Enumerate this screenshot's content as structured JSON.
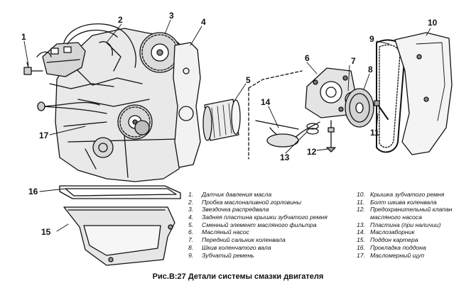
{
  "callouts": {
    "c1": "1",
    "c2": "2",
    "c3": "3",
    "c4": "4",
    "c5": "5",
    "c6": "6",
    "c7": "7",
    "c8": "8",
    "c9": "9",
    "c10": "10",
    "c11": "11",
    "c12": "12",
    "c13": "13",
    "c14": "14",
    "c15": "15",
    "c16": "16",
    "c17": "17"
  },
  "legend_left": [
    {
      "num": "1.",
      "text": "Датчик давления масла"
    },
    {
      "num": "2.",
      "text": "Пробка маслоналивной горловины"
    },
    {
      "num": "3.",
      "text": "Звездочка распредвала"
    },
    {
      "num": "4.",
      "text": "Задняя пластина крышки зубчатого ремня"
    },
    {
      "num": "5.",
      "text": "Сменный элемент масляного фильтра"
    },
    {
      "num": "6.",
      "text": "Масляный насос"
    },
    {
      "num": "7.",
      "text": "Передний сальник коленвала"
    },
    {
      "num": "8.",
      "text": "Шкив коленчатого вала"
    },
    {
      "num": "9.",
      "text": "Зубчатый ремень"
    }
  ],
  "legend_right": [
    {
      "num": "10.",
      "text": "Крышка зубчатого ремня"
    },
    {
      "num": "11.",
      "text": "Болт шкива коленвала"
    },
    {
      "num": "12.",
      "text": "Предохранительный клапан"
    },
    {
      "num": "",
      "text": "масляного насоса"
    },
    {
      "num": "13.",
      "text": "Пластина (при наличии)"
    },
    {
      "num": "14.",
      "text": "Маслозаборник"
    },
    {
      "num": "15.",
      "text": "Поддон картера"
    },
    {
      "num": "16.",
      "text": "Прокладка поддона"
    },
    {
      "num": "17.",
      "text": "Масломерный щуп"
    }
  ],
  "caption": "Рис.В:27 Детали системы смазки двигателя"
}
